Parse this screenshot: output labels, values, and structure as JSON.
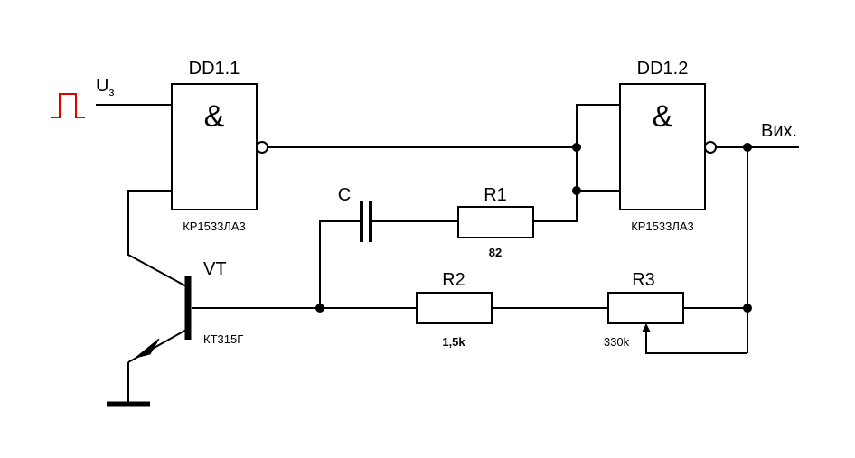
{
  "gates": [
    {
      "designator": "DD1.1",
      "symbol": "&",
      "part": "КР1533ЛА3"
    },
    {
      "designator": "DD1.2",
      "symbol": "&",
      "part": "КР1533ЛА3"
    }
  ],
  "input": {
    "label": "U",
    "subscript": "з",
    "color": "#e00000"
  },
  "output": {
    "label": "Вих."
  },
  "transistor": {
    "designator": "VT",
    "part": "КТ315Г"
  },
  "capacitor": {
    "designator": "C"
  },
  "resistors": [
    {
      "designator": "R1",
      "value": "82"
    },
    {
      "designator": "R2",
      "value": "1,5k"
    },
    {
      "designator": "R3",
      "value": "330k"
    }
  ]
}
